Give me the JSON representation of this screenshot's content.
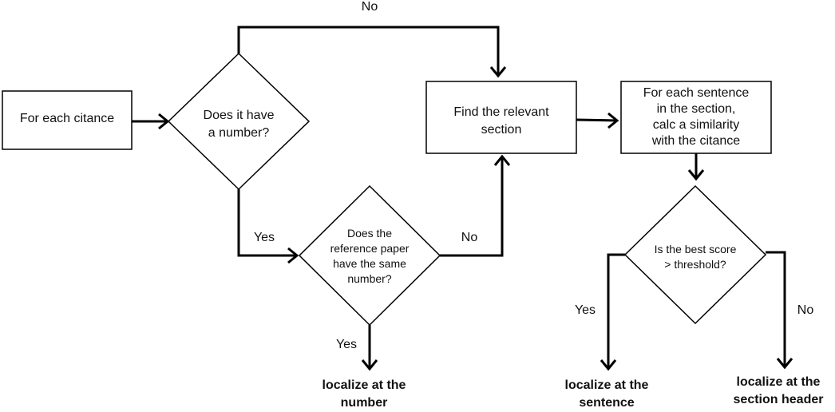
{
  "nodes": {
    "start": "For each citance",
    "has_number": "Does it have\na number?",
    "ref_same_number": "Does the\nreference paper\nhave the same\nnumber?",
    "find_section": "Find the relevant\nsection",
    "each_sentence": "For each sentence\nin the section,\ncalc a similarity\nwith the citance",
    "best_score": "Is the best score\n> threshold?"
  },
  "edges": {
    "has_number_no": "No",
    "has_number_yes": "Yes",
    "ref_same_no": "No",
    "ref_same_yes": "Yes",
    "best_score_yes": "Yes",
    "best_score_no": "No"
  },
  "outcomes": {
    "at_number": "localize at the\nnumber",
    "at_sentence": "localize at the\nsentence",
    "at_section_header": "localize at the\nsection header"
  }
}
